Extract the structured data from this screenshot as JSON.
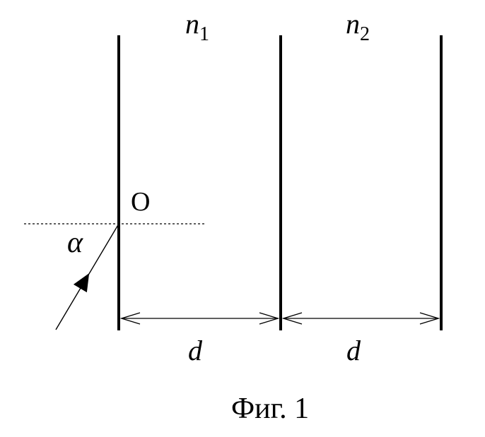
{
  "labels": {
    "n1_base": "n",
    "n1_sub": "1",
    "n2_base": "n",
    "n2_sub": "2",
    "origin": "O",
    "angle": "α",
    "distance_1": "d",
    "distance_2": "d",
    "caption": "Фиг. 1"
  },
  "colors": {
    "ink": "#000000",
    "background": "#ffffff"
  }
}
